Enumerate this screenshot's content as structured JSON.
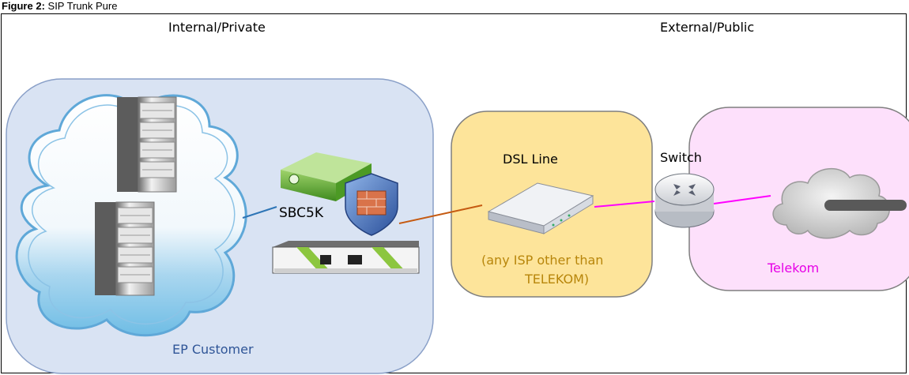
{
  "figure": {
    "caption_bold": "Figure 2:",
    "caption_text": " SIP Trunk Pure"
  },
  "zones": {
    "internal": "Internal/Private",
    "external": "External/Public"
  },
  "nodes": {
    "customer": "EP Customer",
    "sbc": "SBC5K",
    "dsl": "DSL Line",
    "isp_line1": "(any ISP other than",
    "isp_line2": "TELEKOM)",
    "switch": "Switch",
    "telekom": "Telekom"
  },
  "colors": {
    "customer_bg": "#d9e3f3",
    "isp_bg": "#fde49a",
    "telekom_bg": "#fde0fb",
    "isp_text": "#b8860b",
    "telekom_text": "#e600e6",
    "customer_text": "#2f5597",
    "link_customer_sbc": "#2e75b6",
    "link_sbc_dsl": "#c55a11",
    "link_magenta": "#ff00ff"
  }
}
